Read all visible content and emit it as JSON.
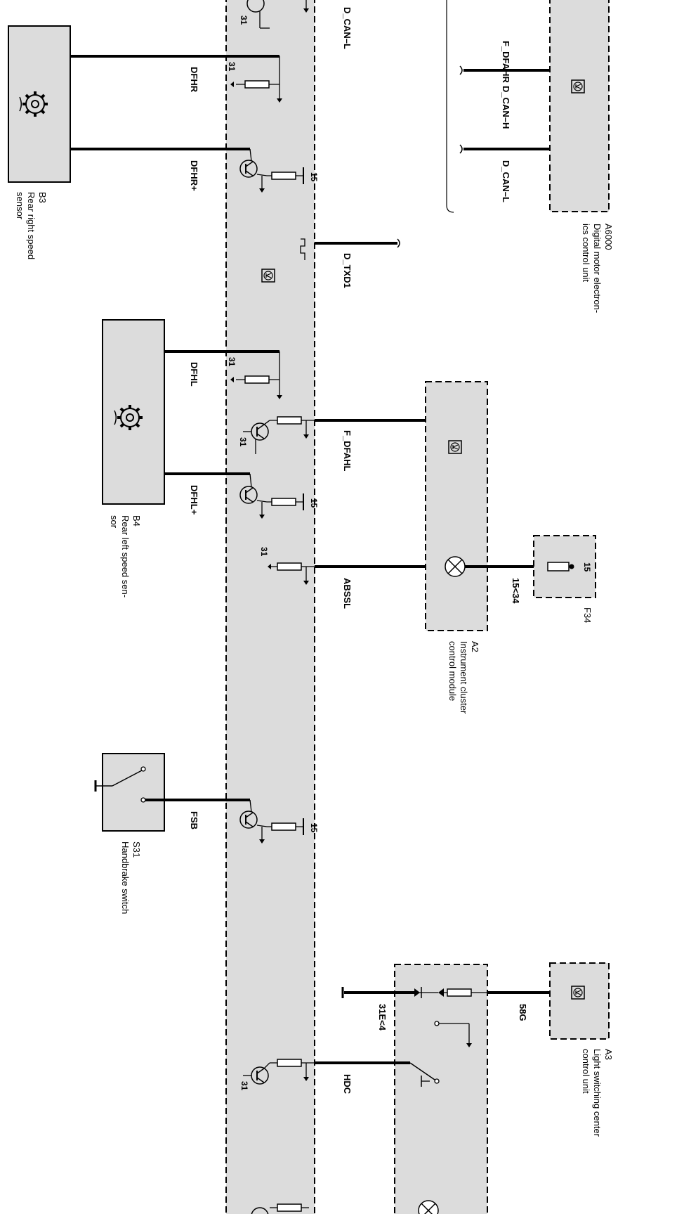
{
  "colors": {
    "module_fill": "#dcdcdc",
    "wire": "#000000",
    "background": "#ffffff"
  },
  "central_module": {
    "pins": {
      "top_31": "31",
      "dfhr_31": "31",
      "dfhr_plus_15": "15",
      "dfhl_31": "31",
      "f_dfahl_31": "31",
      "dfhl_plus_15": "15",
      "abssl_31": "31",
      "fsb_15": "15",
      "hdc_31": "31"
    },
    "signals": {
      "d_can_l": "D_CAN–L",
      "d_txd1": "D_TXD1",
      "f_dfahl": "F_DFAHL",
      "abssl": "ABSSL",
      "hdc": "HDC"
    }
  },
  "components": {
    "b3": {
      "id": "B3",
      "desc_1": "Rear right speed",
      "desc_2": "sensor",
      "wire_1": "DFHR",
      "wire_2": "DFHR+"
    },
    "b4": {
      "id": "B4",
      "desc_1": "Rear left speed sen-",
      "desc_2": "sor",
      "wire_1": "DFHL",
      "wire_2": "DFHL+"
    },
    "s31": {
      "id": "S31",
      "desc_1": "Handbrake switch",
      "wire": "FSB"
    },
    "a6000": {
      "id": "A6000",
      "desc_1": "Digital motor electron-",
      "desc_2": "ics control unit",
      "wire_1": "F_DFAHR",
      "wire_2": "D_CAN–H",
      "wire_3": "D_CAN–L"
    },
    "a2": {
      "id": "A2",
      "desc_1": "Instrument cluster",
      "desc_2": "control module",
      "wire": "15<34"
    },
    "f34": {
      "id": "F34",
      "pin": "15"
    },
    "a3": {
      "id": "A3",
      "desc_1": "Light switching center",
      "desc_2": "control unit",
      "wire_1": "58G",
      "wire_2": "31E<4"
    }
  },
  "icons": [
    "gear-sensor-icon",
    "control-unit-icon",
    "transistor-icon",
    "resistor-icon",
    "lamp-icon",
    "switch-icon",
    "fuse-icon",
    "ground-icon"
  ]
}
